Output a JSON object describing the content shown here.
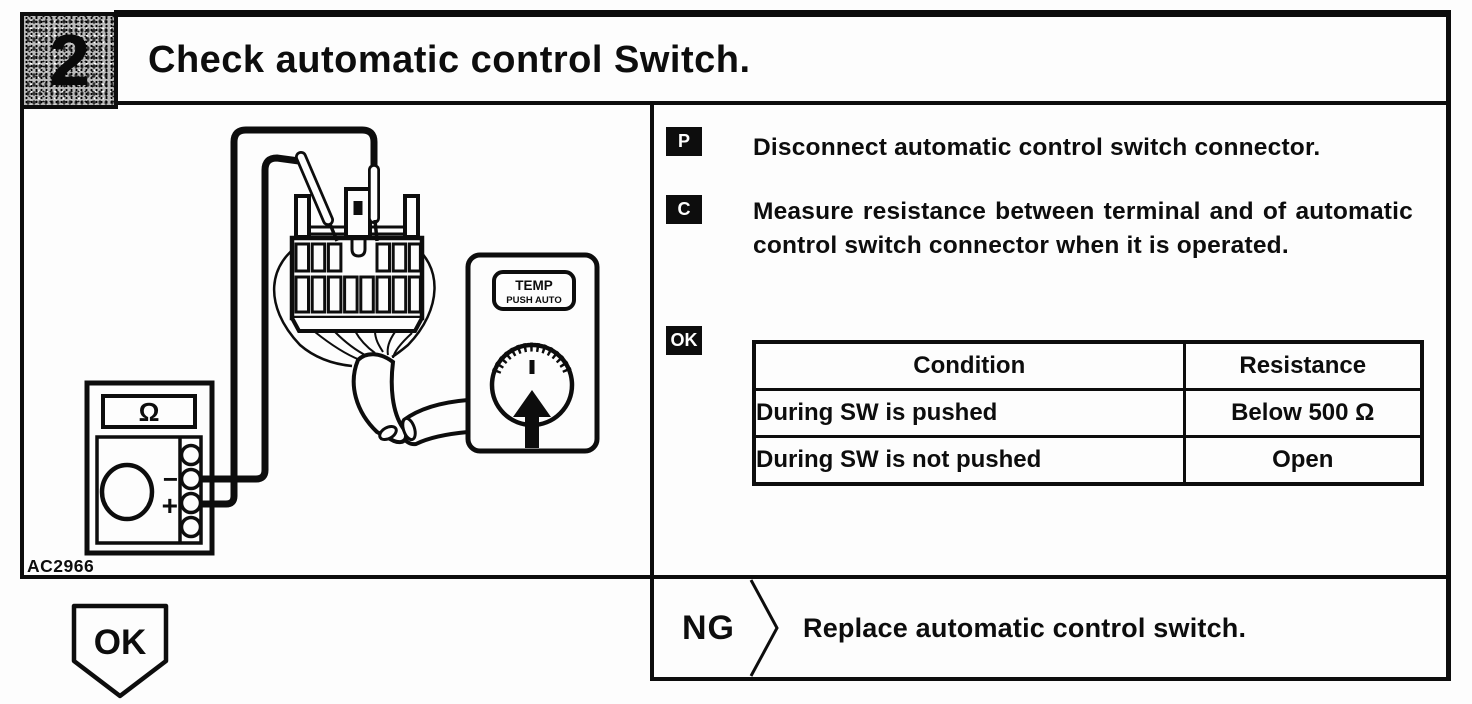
{
  "header": {
    "step_number": "2",
    "title": "Check automatic control Switch."
  },
  "diagram": {
    "figure_id": "AC2966",
    "multimeter": {
      "display": "Ω",
      "minus": "−",
      "plus": "+"
    },
    "control_panel": {
      "label_top": "TEMP",
      "label_bottom": "PUSH AUTO"
    }
  },
  "instructions": [
    {
      "badge": "P",
      "text": "Disconnect automatic control switch connector."
    },
    {
      "badge": "C",
      "text": "Measure resistance between terminal and of automatic control switch connector when it is operated."
    }
  ],
  "result": {
    "badge": "OK",
    "table": {
      "headers": [
        "Condition",
        "Resistance"
      ],
      "rows": [
        [
          "During SW is pushed",
          "Below 500 Ω"
        ],
        [
          "During SW is not pushed",
          "Open"
        ]
      ]
    }
  },
  "outcomes": {
    "ok_label": "OK",
    "ng_label": "NG",
    "ng_action": "Replace automatic control switch."
  }
}
